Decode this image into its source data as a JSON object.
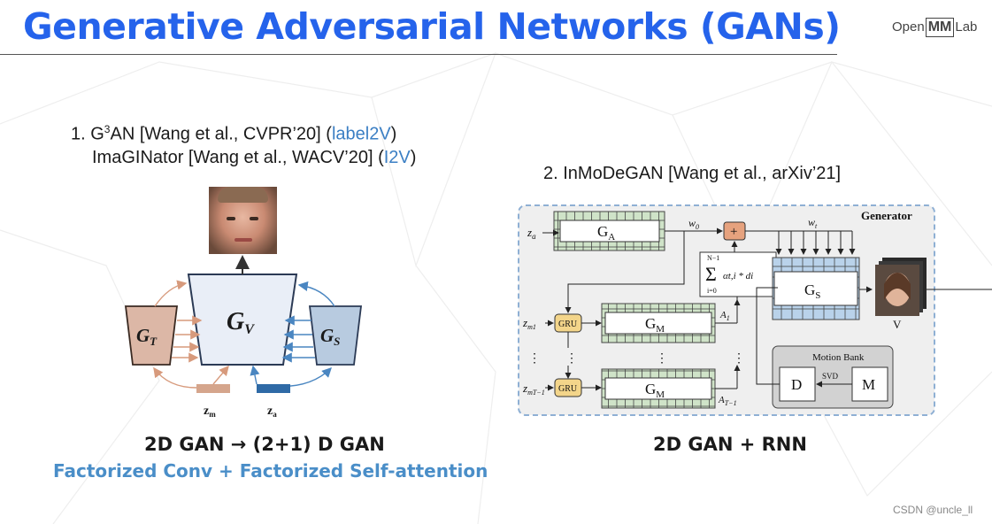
{
  "title": "Generative Adversarial Networks (GANs)",
  "logo": {
    "open": "Open",
    "mm": "MM",
    "lab": "Lab"
  },
  "left": {
    "line1_prefix": "1. G",
    "line1_sup": "3",
    "line1_mid": "AN [Wang et al., CVPR’20] (",
    "line1_link": "label2V",
    "line1_end": ")",
    "line2_prefix": "ImaGINator [Wang et al., WACV’20] (",
    "line2_link": "I2V",
    "line2_end": ")",
    "gt": "G",
    "gt_sub": "T",
    "gv": "G",
    "gv_sub": "V",
    "gs": "G",
    "gs_sub": "S",
    "zm": "z",
    "zm_sub": "m",
    "za": "z",
    "za_sub": "a",
    "caption": "2D GAN → (2+1) D GAN",
    "subcaption": "Factorized Conv + Factorized Self-attention"
  },
  "right": {
    "heading": "2. InMoDeGAN [Wang et al., arXiv’21]",
    "generator": "Generator",
    "za": "z",
    "za_sub": "a",
    "ga": "G",
    "ga_sub": "A",
    "w0": "w",
    "w0_sub": "0",
    "wt": "w",
    "wt_sub": "t",
    "plus": "+",
    "sum_top": "N−1",
    "sum_bottom": "i=0",
    "sum_expr": "αt,i * di",
    "gs": "G",
    "gs_sub": "S",
    "v": "V",
    "zm1": "z",
    "zm1_sub": "m1",
    "zmt": "z",
    "zmt_sub": "mT−1",
    "gru": "GRU",
    "gm": "G",
    "gm_sub": "M",
    "a1": "A",
    "a1_sub": "1",
    "at": "A",
    "at_sub": "T−1",
    "dots": "⋮",
    "motion_bank": "Motion Bank",
    "d": "D",
    "svd": "SVD",
    "m": "M",
    "caption": "2D GAN + RNN"
  },
  "watermark": "CSDN @uncle_ll",
  "colors": {
    "title": "#2563eb",
    "link": "#3b7fc4",
    "gt_fill": "#dcb7a6",
    "gv_fill": "#e9eef7",
    "gs_fill": "#b8cbe0",
    "zm_bar": "#d5a58c",
    "za_bar": "#2f6aa6",
    "feature_map": "#cfe3c8",
    "gs_feature": "#b9d2ea",
    "gru": "#f3d58a",
    "plus": "#e6a27e"
  }
}
